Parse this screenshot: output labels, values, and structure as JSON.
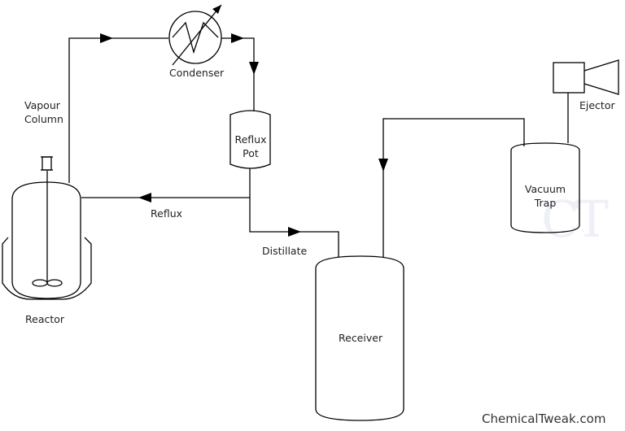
{
  "labels": {
    "condenser": "Condenser",
    "vapour_column_1": "Vapour",
    "vapour_column_2": "Column",
    "reflux_pot_1": "Reflux",
    "reflux_pot_2": "Pot",
    "reflux": "Reflux",
    "distillate": "Distillate",
    "reactor": "Reactor",
    "receiver": "Receiver",
    "vacuum_trap_1": "Vacuum",
    "vacuum_trap_2": "Trap",
    "ejector": "Ejector"
  },
  "watermark": "CT",
  "site": "ChemicalTweak.com",
  "colors": {
    "line": "#000000",
    "text": "#222222",
    "watermark": "#eef0f8"
  }
}
